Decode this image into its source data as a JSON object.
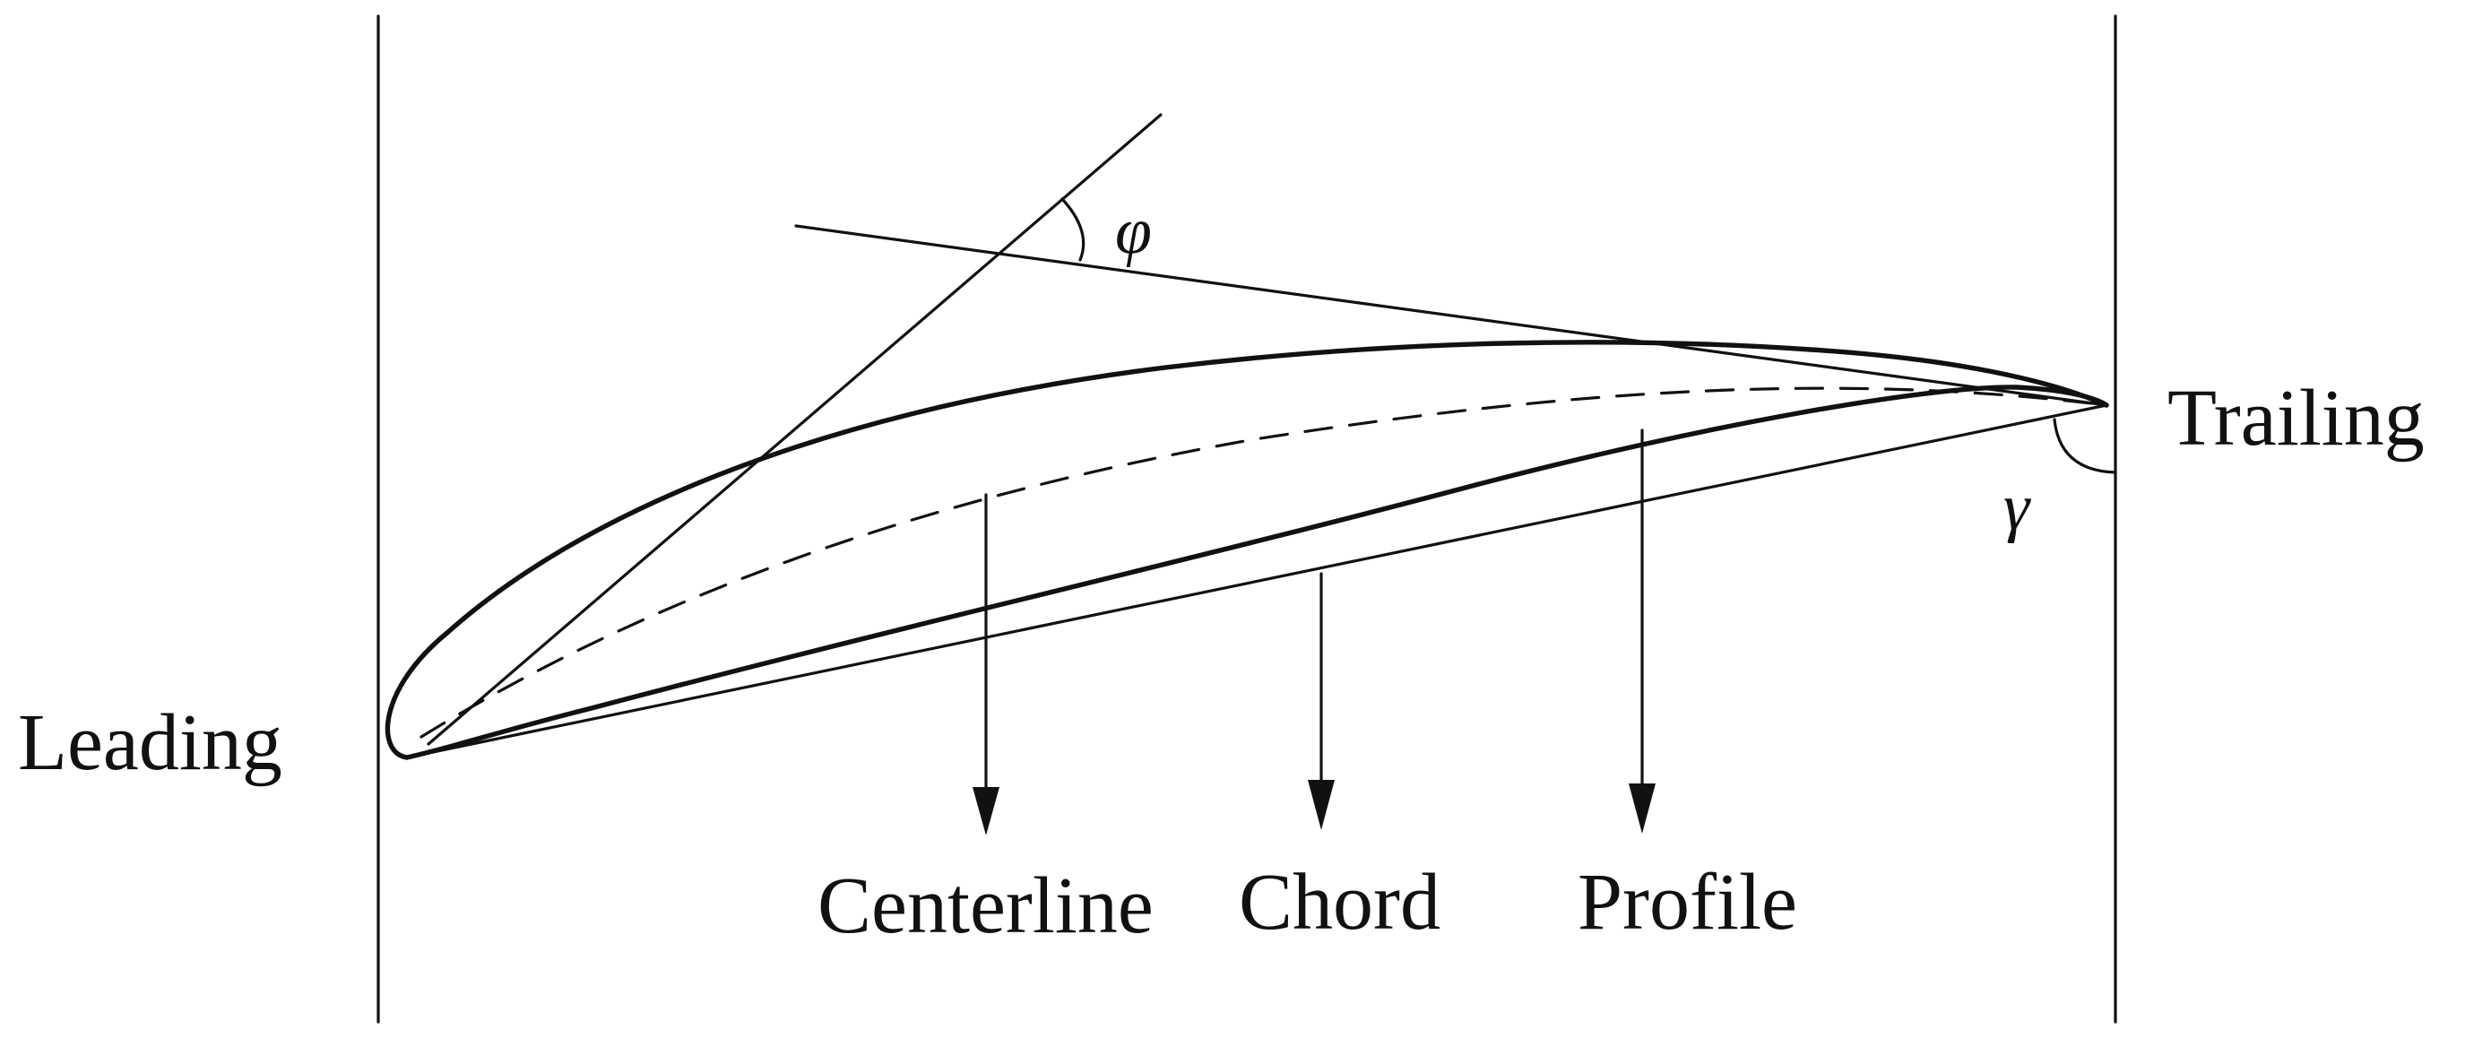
{
  "labels": {
    "leading": "Leading",
    "trailing": "Trailing",
    "centerline": "Centerline",
    "chord": "Chord",
    "profile": "Profile",
    "phi": "φ",
    "gamma": "γ"
  },
  "colors": {
    "line": "#111111",
    "background": "#ffffff"
  }
}
